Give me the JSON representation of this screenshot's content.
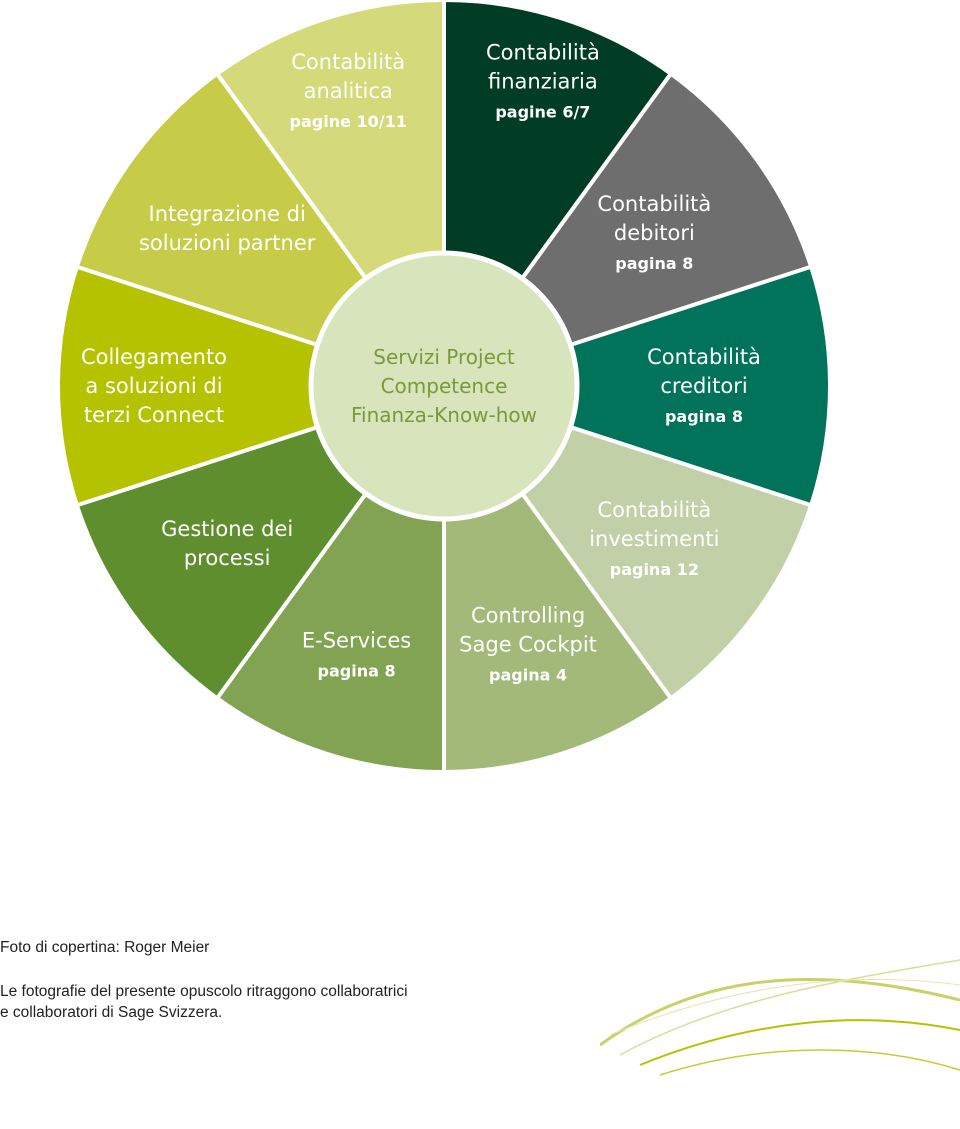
{
  "center": {
    "lines": [
      "Servizi Project",
      "Competence",
      "Finanza-Know-how"
    ],
    "color": "#d8e4bc",
    "text_color": "#7a9a3a"
  },
  "segments": [
    {
      "id": "contabilita-finanziaria",
      "lines": [
        "Contabilità",
        "finanziaria"
      ],
      "page": "pagine 6/7",
      "color": "#003d24",
      "text_color": "#ffffff"
    },
    {
      "id": "contabilita-debitori",
      "lines": [
        "Contabilità",
        "debitori"
      ],
      "page": "pagina 8",
      "color": "#6e6e6e",
      "text_color": "#ffffff"
    },
    {
      "id": "contabilita-creditori",
      "lines": [
        "Contabilità",
        "creditori"
      ],
      "page": "pagina 8",
      "color": "#00735a",
      "text_color": "#ffffff"
    },
    {
      "id": "contabilita-investimenti",
      "lines": [
        "Contabilità",
        "investimenti"
      ],
      "page": "pagina 12",
      "color": "#c2d0a8",
      "text_color": "#ffffff"
    },
    {
      "id": "controlling-sage-cockpit",
      "lines": [
        "Controlling",
        "Sage Cockpit"
      ],
      "page": "pagina 4",
      "color": "#a2b97a",
      "text_color": "#ffffff"
    },
    {
      "id": "e-services",
      "lines": [
        "E-Services"
      ],
      "page": "pagina 8",
      "color": "#82a352",
      "text_color": "#ffffff"
    },
    {
      "id": "gestione-dei-processi",
      "lines": [
        "Gestione dei",
        "processi"
      ],
      "page": "",
      "color": "#5e8e2e",
      "text_color": "#ffffff"
    },
    {
      "id": "collegamento-connect",
      "lines": [
        "Collegamento",
        "a soluzioni di",
        "terzi Connect"
      ],
      "page": "",
      "color": "#b5c200",
      "text_color": "#ffffff"
    },
    {
      "id": "integrazione-partner",
      "lines": [
        "Integrazione di",
        "soluzioni partner"
      ],
      "page": "",
      "color": "#c6cc48",
      "text_color": "#ffffff"
    },
    {
      "id": "contabilita-analitica",
      "lines": [
        "Contabilità",
        "analitica"
      ],
      "page": "pagine 10/11",
      "color": "#d4da7a",
      "text_color": "#ffffff"
    }
  ],
  "footer": {
    "photo_credit": "Foto di copertina: Roger Meier",
    "line1": "Le fotografie del presente opuscolo ritraggono collaboratrici",
    "line2": "e collaboratori di Sage Svizzera."
  }
}
